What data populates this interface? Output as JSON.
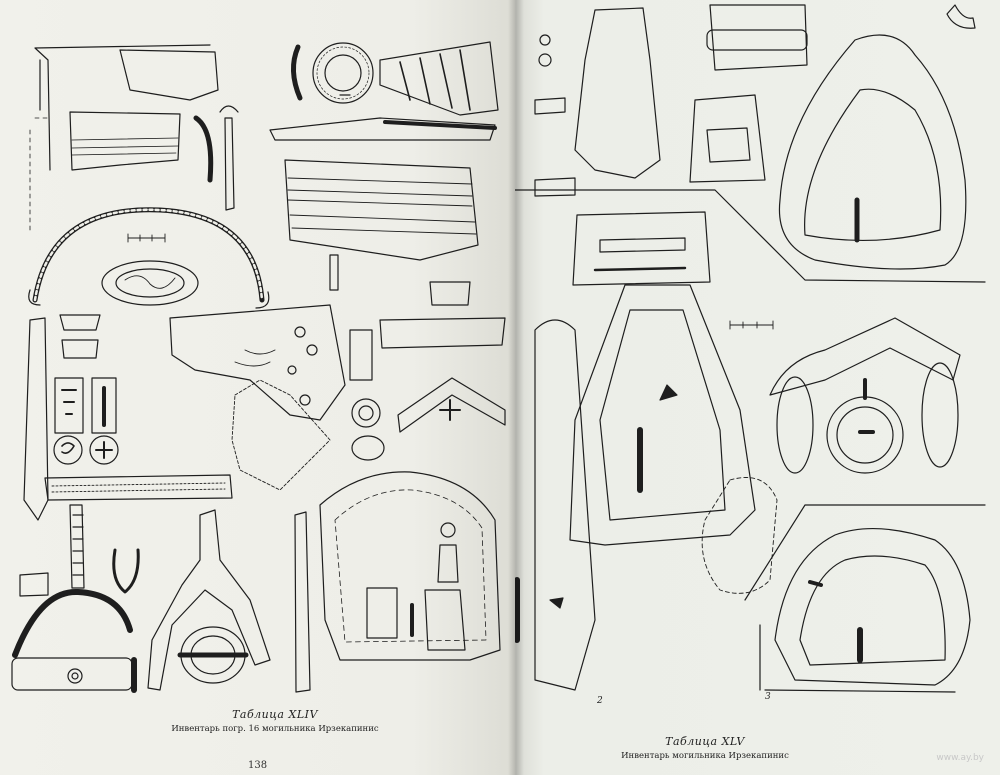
{
  "left_page": {
    "title": "Таблица XLIV",
    "subtitle": "Инвентарь погр. 16 могильника Ирзекапинис",
    "page_number": "138"
  },
  "right_page": {
    "title": "Таблица XLV",
    "subtitle": "Инвентарь могильника Ирзекапинис",
    "figure_labels": [
      "2",
      "3"
    ]
  },
  "watermark": "www.ay.by"
}
